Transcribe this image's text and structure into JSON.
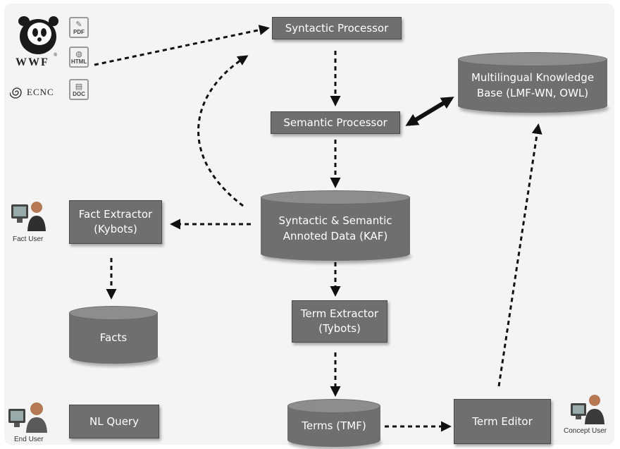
{
  "logos": {
    "wwf": "WWF",
    "registered": "®",
    "ecnc": "ECNC"
  },
  "documents": [
    {
      "format": "PDF",
      "icon": "pdf-icon"
    },
    {
      "format": "HTML",
      "icon": "html-icon"
    },
    {
      "format": "DOC",
      "icon": "doc-icon"
    }
  ],
  "processes": {
    "syntactic": "Syntactic Processor",
    "semantic": "Semantic Processor",
    "fact_extractor": [
      "Fact Extractor",
      "(Kybots)"
    ],
    "term_extractor": [
      "Term Extractor",
      "(Tybots)"
    ],
    "nl_query": "NL Query",
    "term_editor": "Term Editor"
  },
  "stores": {
    "knowledge_base": [
      "Multilingual Knowledge",
      "Base (LMF-WN, OWL)"
    ],
    "annotated": [
      "Syntactic & Semantic",
      "Annoted Data (KAF)"
    ],
    "facts": "Facts",
    "terms": "Terms (TMF)"
  },
  "users": {
    "fact_user": "Fact User",
    "end_user": "End User",
    "concept_user": "Concept User"
  },
  "colors": {
    "box_fill": "#6f6f6f",
    "cylinder_top": "#8d8d8d",
    "box_text": "#ffffff",
    "arrow": "#111111",
    "background": "#f4f4f4"
  }
}
